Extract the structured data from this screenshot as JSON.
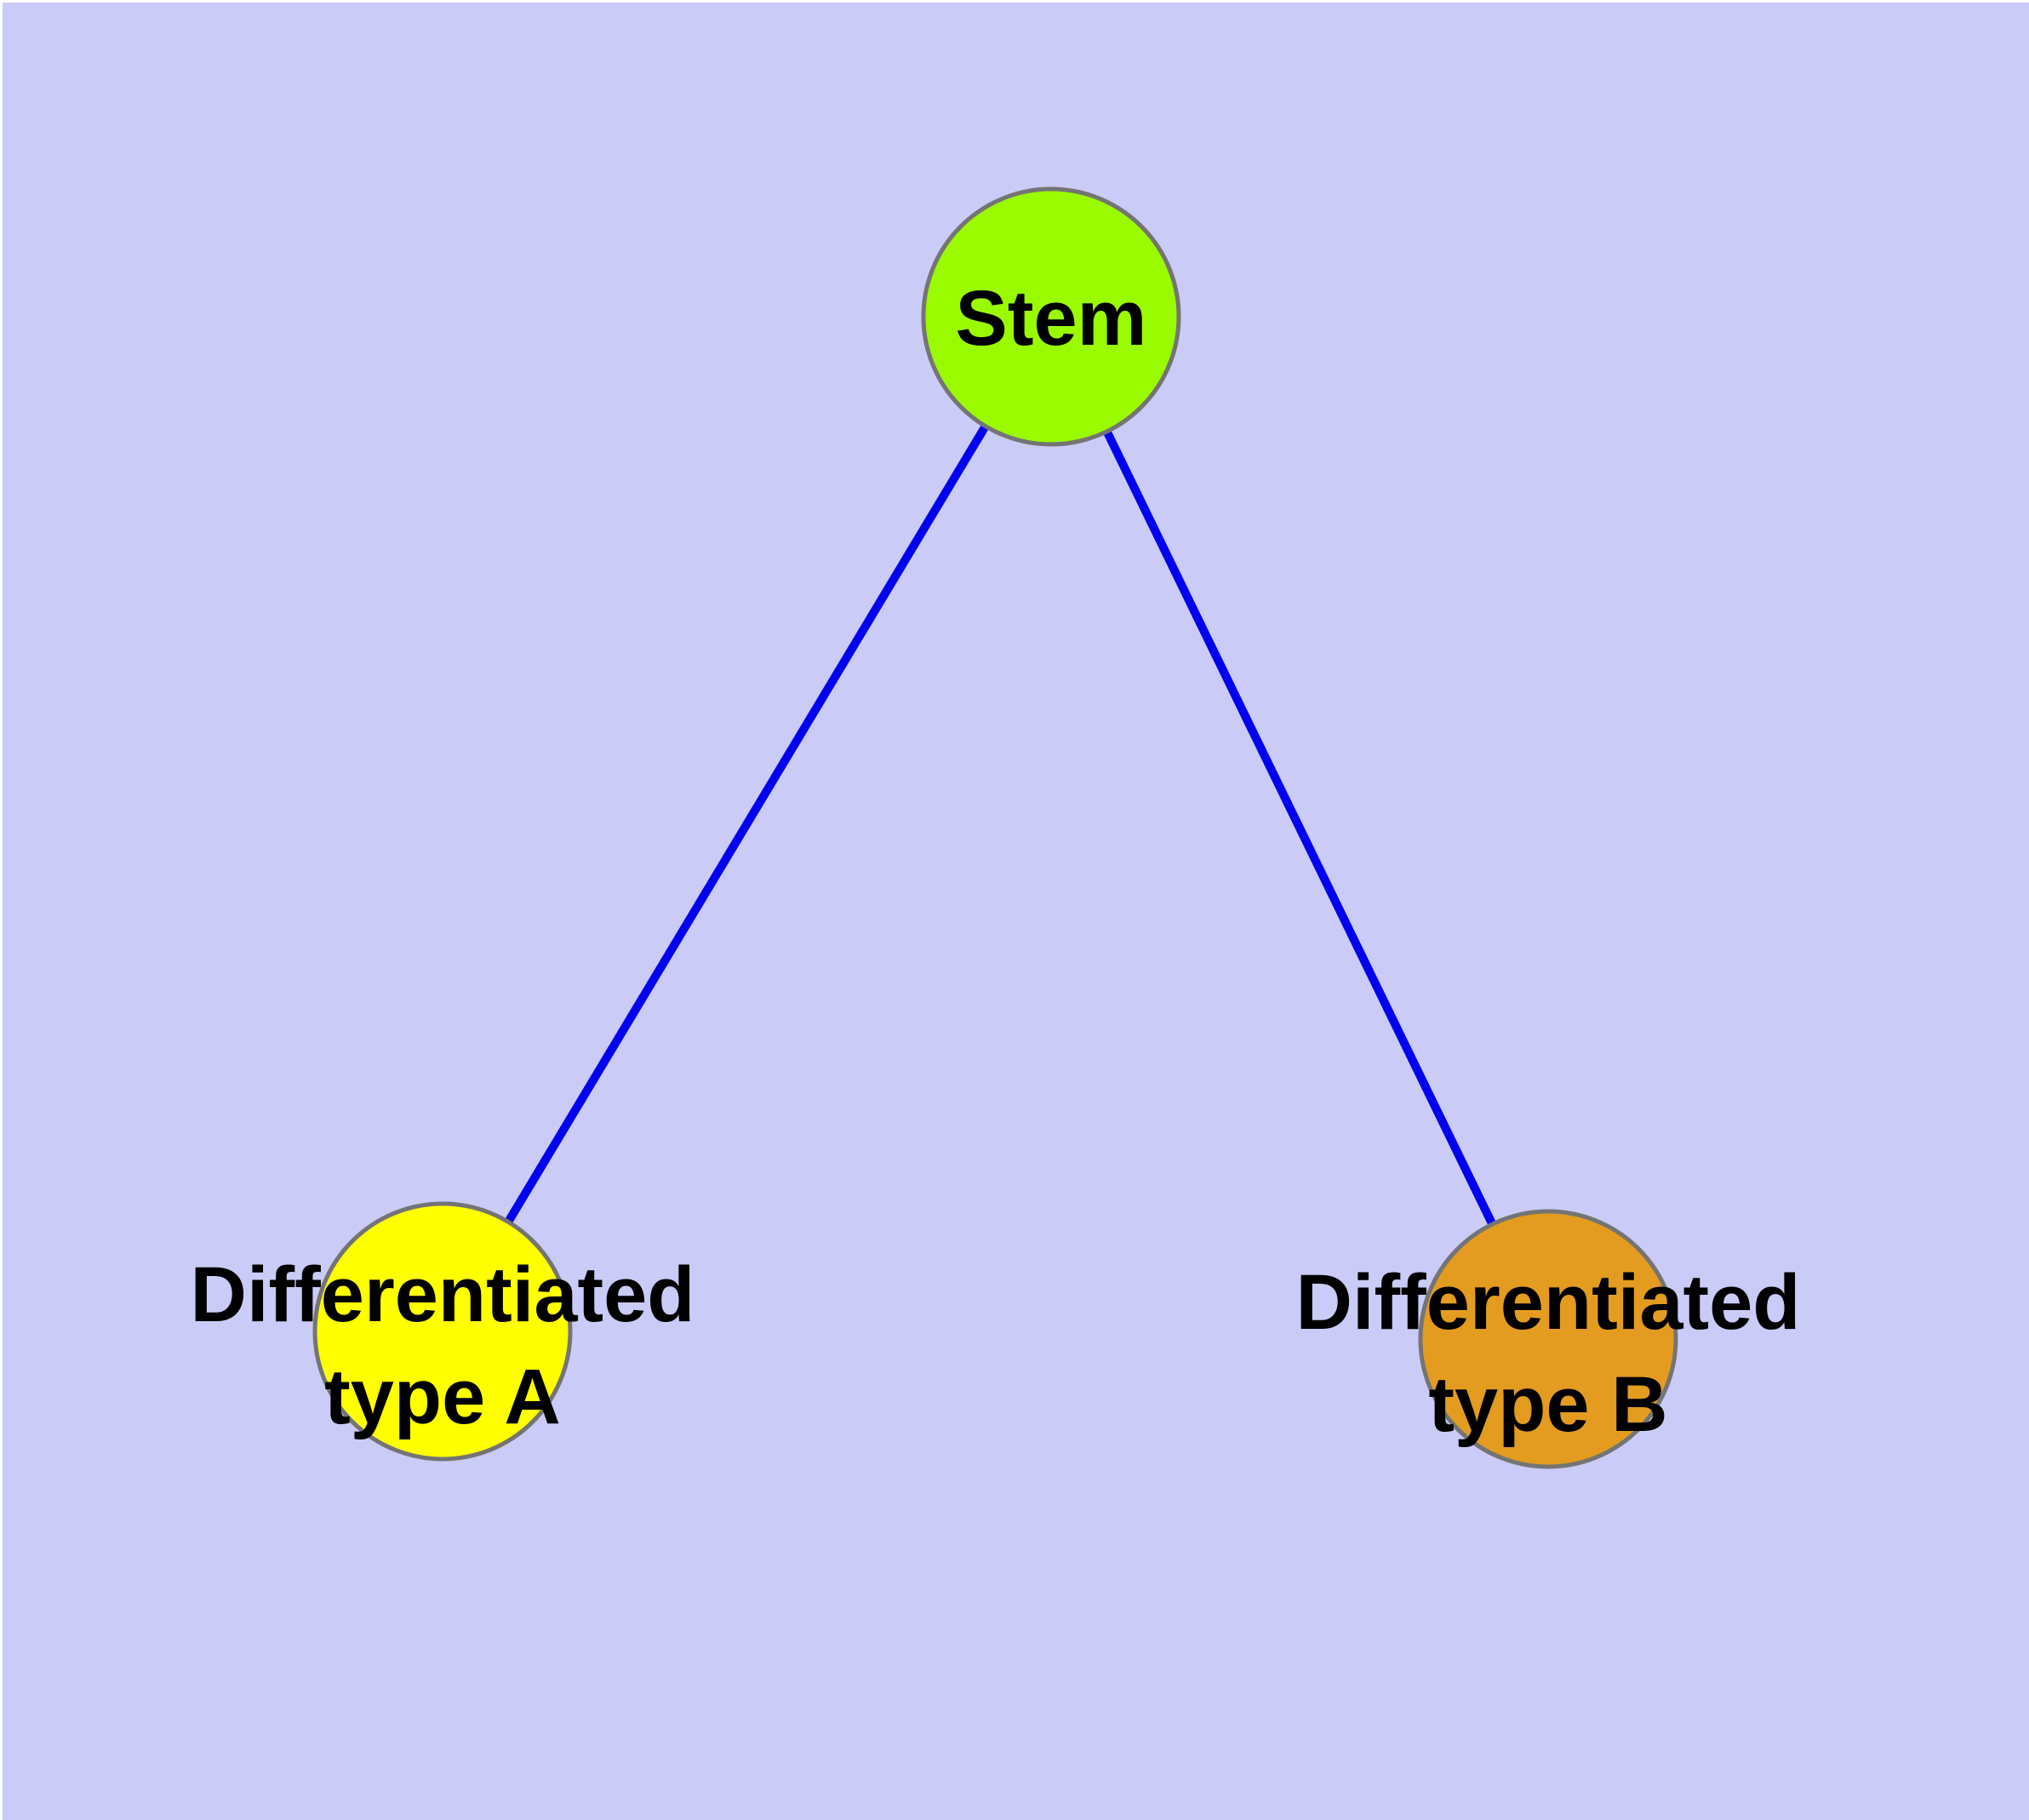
{
  "figure": {
    "type": "cell-differentiation-network-diagram",
    "background_color": "#CBCBF7",
    "edge_color": "#0000F0",
    "node_border_color": "#747474",
    "label_color": "#000000"
  },
  "nodes": {
    "stem": {
      "label": "Stem",
      "fill_color": "#9AFA00"
    },
    "diff_a": {
      "label_line1": "Differentiated",
      "label_line2": "type A",
      "fill_color": "#FFFF00"
    },
    "diff_b": {
      "label_line1": "Differentiated",
      "label_line2": "type B",
      "fill_color": "#E39C20"
    }
  },
  "edges": [
    {
      "from": "Stem",
      "to": "Differentiated type A"
    },
    {
      "from": "Stem",
      "to": "Differentiated type B"
    }
  ]
}
